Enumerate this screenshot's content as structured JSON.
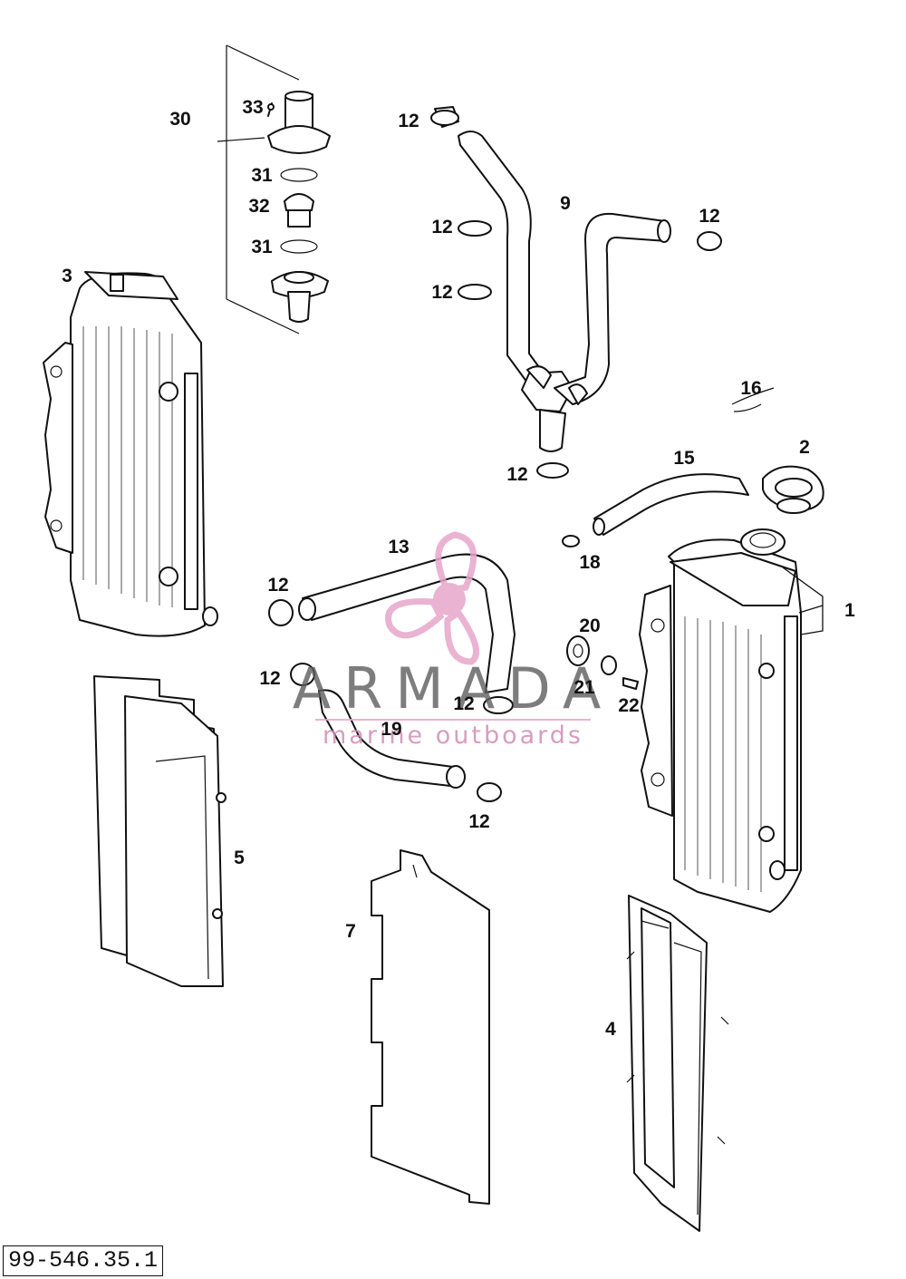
{
  "callouts": {
    "c1": "1",
    "c2": "2",
    "c3": "3",
    "c4": "4",
    "c5": "5",
    "c7": "7",
    "c9": "9",
    "c12a": "12",
    "c12b": "12",
    "c12c": "12",
    "c12d": "12",
    "c12e": "12",
    "c12f": "12",
    "c12g": "12",
    "c12h": "12",
    "c12i": "12",
    "c13": "13",
    "c15": "15",
    "c16": "16",
    "c18": "18",
    "c19": "19",
    "c20": "20",
    "c21": "21",
    "c22": "22",
    "c30": "30",
    "c31a": "31",
    "c31b": "31",
    "c32": "32",
    "c33": "33"
  },
  "watermark": {
    "brand": "ARMADA",
    "tagline": "marine outboards",
    "accent_color": "#e7a6cb",
    "text_color": "#5d5d5d"
  },
  "drawing_number": "99-546.35.1"
}
